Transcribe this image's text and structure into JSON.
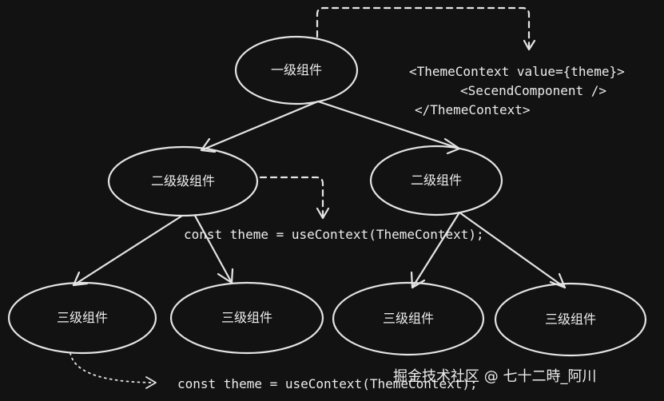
{
  "nodes": {
    "root": "一级组件",
    "level2_left": "二级级组件",
    "level2_right": "二级组件",
    "level3_1": "三级组件",
    "level3_2": "三级组件",
    "level3_3": "三级组件",
    "level3_4": "三级组件"
  },
  "code": {
    "provider_open": "<ThemeContext value={theme}>",
    "provider_child": "<SecendComponent />",
    "provider_close": "</ThemeContext>",
    "use_context_level2": "const theme = useContext(ThemeContext);",
    "use_context_level3": "const theme = useContext(ThemeContext);"
  },
  "watermark": "掘金技术社区 @ 七十二時_阿川"
}
